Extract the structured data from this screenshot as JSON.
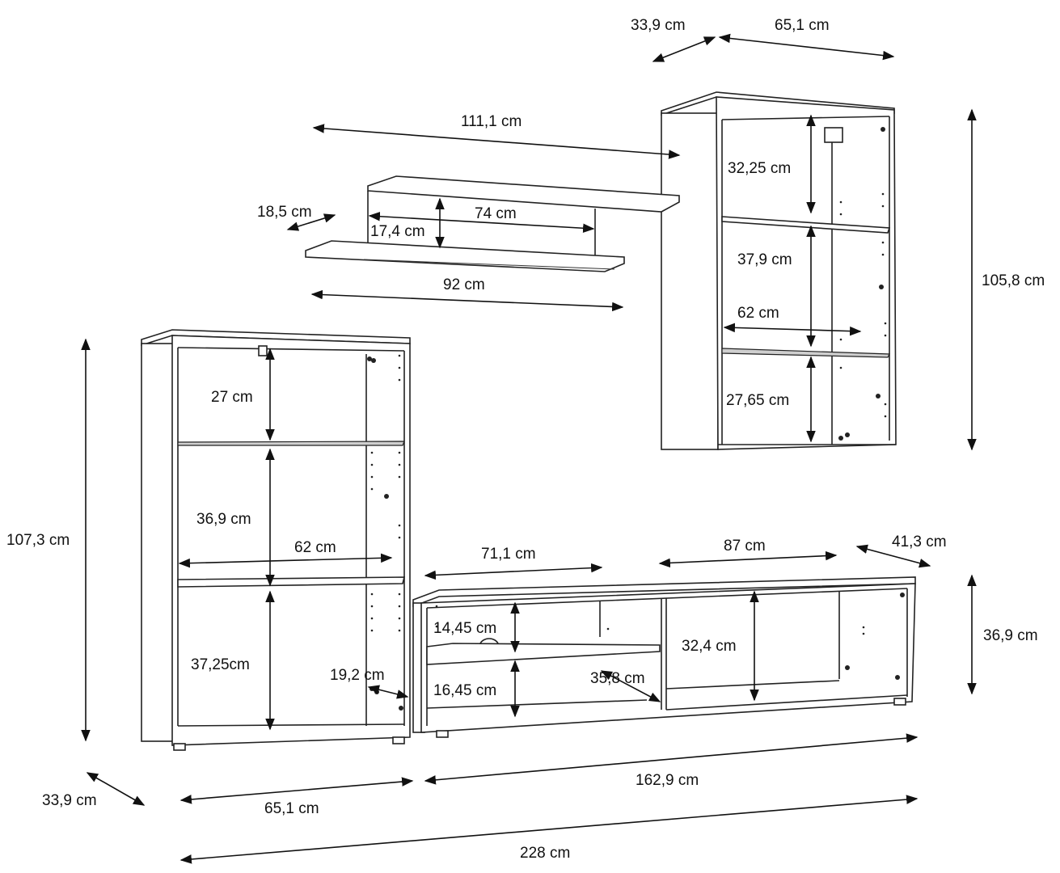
{
  "dimensions": {
    "wall_depth": "33,9 cm",
    "wall_width": "65,1 cm",
    "shelf_total_width": "111,1 cm",
    "shelf_depth": "18,5 cm",
    "shelf_inner_width": "74 cm",
    "shelf_gap": "17,4 cm",
    "shelf_width": "92 cm",
    "wall_top_compartment": "32,25 cm",
    "wall_mid_compartment": "37,9 cm",
    "wall_glass_width": "62 cm",
    "wall_bottom_compartment": "27,65 cm",
    "wall_height": "105,8 cm",
    "tall_top_compartment": "27 cm",
    "tall_mid_compartment": "36,9 cm",
    "tall_glass_width": "62 cm",
    "tall_bottom_compartment": "37,25cm",
    "tall_inner_depth": "19,2 cm",
    "tall_height": "107,3 cm",
    "tall_depth": "33,9 cm",
    "tall_width": "65,1 cm",
    "tv_left_width": "71,1 cm",
    "tv_right_width": "87 cm",
    "tv_depth": "41,3 cm",
    "tv_upper_compartment": "14,45 cm",
    "tv_lower_compartment": "16,45 cm",
    "tv_shelf_depth": "35,8 cm",
    "tv_right_compartment": "32,4 cm",
    "tv_height": "36,9 cm",
    "tv_width": "162,9 cm",
    "total_width": "228 cm"
  }
}
